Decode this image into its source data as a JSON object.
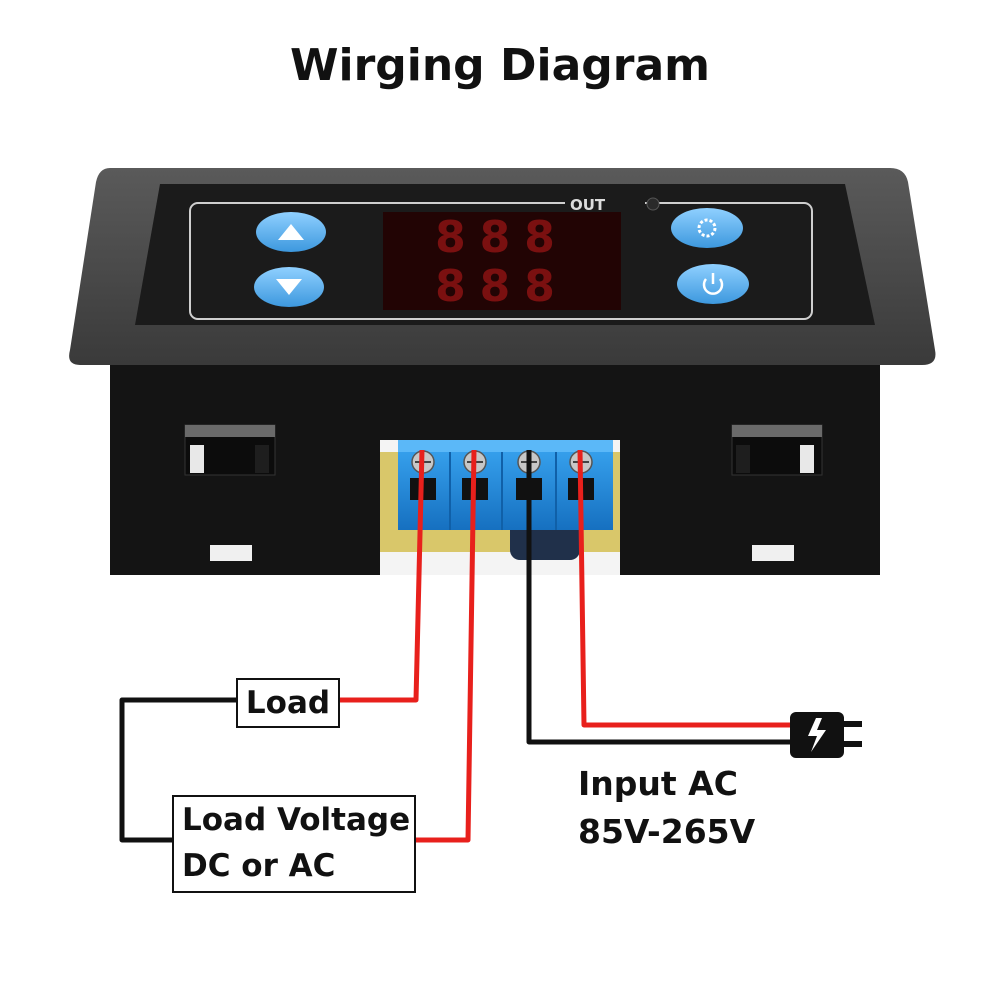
{
  "title": "Wirging Diagram",
  "device": {
    "out_label": "OUT",
    "display_top": "888",
    "display_bottom": "888",
    "buttons": [
      {
        "id": "up",
        "icon": "triangle-up-icon"
      },
      {
        "id": "down",
        "icon": "triangle-down-icon"
      },
      {
        "id": "set",
        "icon": "gear-icon"
      },
      {
        "id": "power",
        "icon": "power-icon"
      }
    ],
    "terminal_count": 4
  },
  "labels": {
    "load": "Load",
    "load_voltage_line1": "Load Voltage",
    "load_voltage_line2": "DC or AC",
    "input_line1": "Input AC",
    "input_line2": "85V-265V"
  },
  "colors": {
    "wire_red": "#e8201c",
    "wire_black": "#111111",
    "button_blue": "#5aaee8",
    "display_red": "#ff2a2a",
    "terminal_blue": "#1c8ae0"
  }
}
